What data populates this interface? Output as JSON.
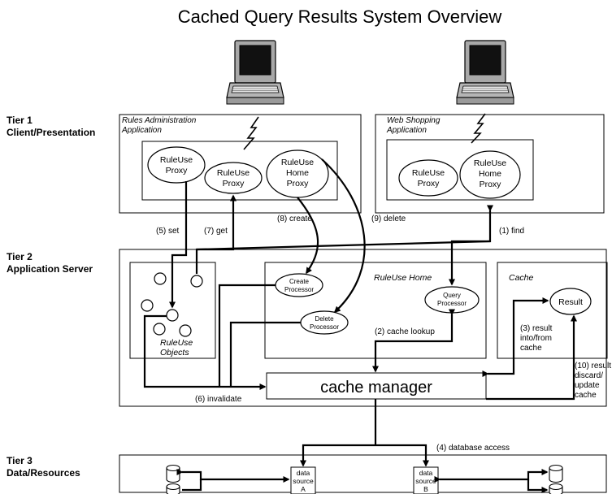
{
  "title": "Cached Query Results System Overview",
  "tiers": [
    {
      "line1": "Tier 1",
      "line2": "Client/Presentation"
    },
    {
      "line1": "Tier 2",
      "line2": "Application Server"
    },
    {
      "line1": "Tier 3",
      "line2": "Data/Resources"
    }
  ],
  "apps": {
    "rules_admin": {
      "line1": "Rules Administration",
      "line2": "Application"
    },
    "web_shopping": {
      "line1": "Web Shopping",
      "line2": "Application"
    }
  },
  "proxies": {
    "ruleuse_proxy_1": [
      "RuleUse",
      "Proxy"
    ],
    "ruleuse_proxy_2": [
      "RuleUse",
      "Proxy"
    ],
    "home_proxy_1": [
      "RuleUse",
      "Home",
      "Proxy"
    ],
    "ruleuse_proxy_3": [
      "RuleUse",
      "Proxy"
    ],
    "home_proxy_2": [
      "RuleUse",
      "Home",
      "Proxy"
    ]
  },
  "tier2": {
    "ruleuse_objects": [
      "RuleUse",
      "Objects"
    ],
    "ruleuse_home": "RuleUse Home",
    "create_processor": [
      "Create",
      "Processor"
    ],
    "delete_processor": [
      "Delete",
      "Processor"
    ],
    "query_processor": [
      "Query",
      "Processor"
    ],
    "cache": "Cache",
    "result": "Result",
    "cache_manager": "cache manager"
  },
  "arrows": {
    "set": "(5) set",
    "get": "(7) get",
    "create": "(8) create",
    "delete": "(9) delete",
    "find": "(1) find",
    "cache_lookup": "(2) cache lookup",
    "result_cache": [
      "(3) result",
      "into/from",
      "cache"
    ],
    "discard": [
      "(10) result",
      "discard/",
      "update",
      "cache"
    ],
    "invalidate": "(6) invalidate",
    "db_access": "(4) database access"
  },
  "data_sources": {
    "a": [
      "data",
      "source",
      "A"
    ],
    "b": [
      "data",
      "source",
      "B"
    ]
  }
}
